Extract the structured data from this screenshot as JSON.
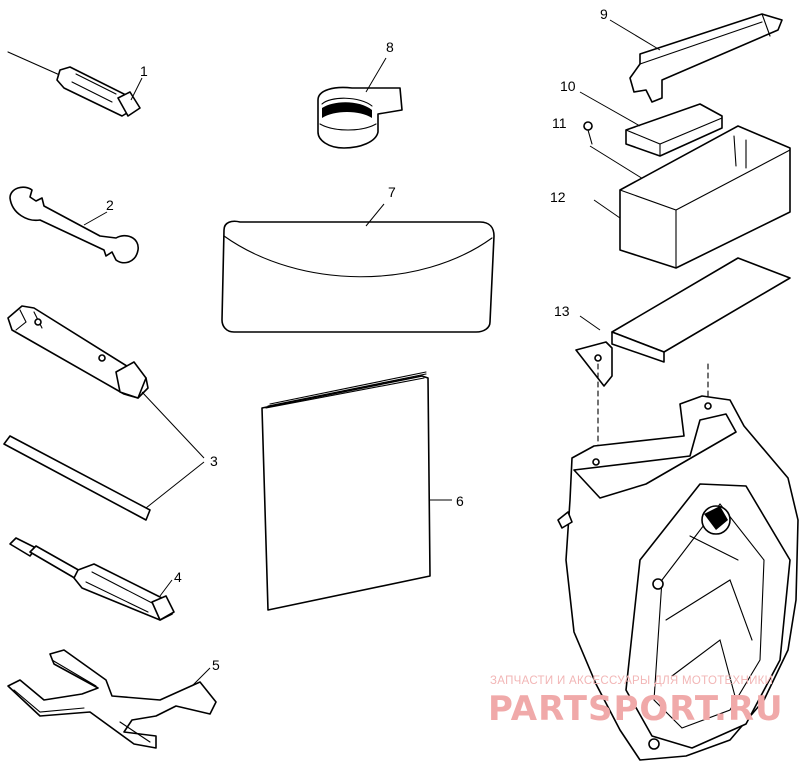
{
  "diagram": {
    "callouts": [
      {
        "id": "1",
        "text": "1"
      },
      {
        "id": "2",
        "text": "2"
      },
      {
        "id": "3",
        "text": "3"
      },
      {
        "id": "4",
        "text": "4"
      },
      {
        "id": "5",
        "text": "5"
      },
      {
        "id": "6",
        "text": "6"
      },
      {
        "id": "7",
        "text": "7"
      },
      {
        "id": "8",
        "text": "8"
      },
      {
        "id": "9",
        "text": "9"
      },
      {
        "id": "10",
        "text": "10"
      },
      {
        "id": "11",
        "text": "11"
      },
      {
        "id": "12",
        "text": "12"
      },
      {
        "id": "13",
        "text": "13"
      }
    ]
  },
  "watermark": {
    "tagline": "ЗАПЧАСТИ И АКСЕССУАРЫ ДЛЯ МОТОТЕХНИКИ",
    "brand": "PARTSPORT.RU"
  },
  "colors": {
    "line": "#000000",
    "background": "#ffffff",
    "watermark": "#f0a9a9"
  }
}
